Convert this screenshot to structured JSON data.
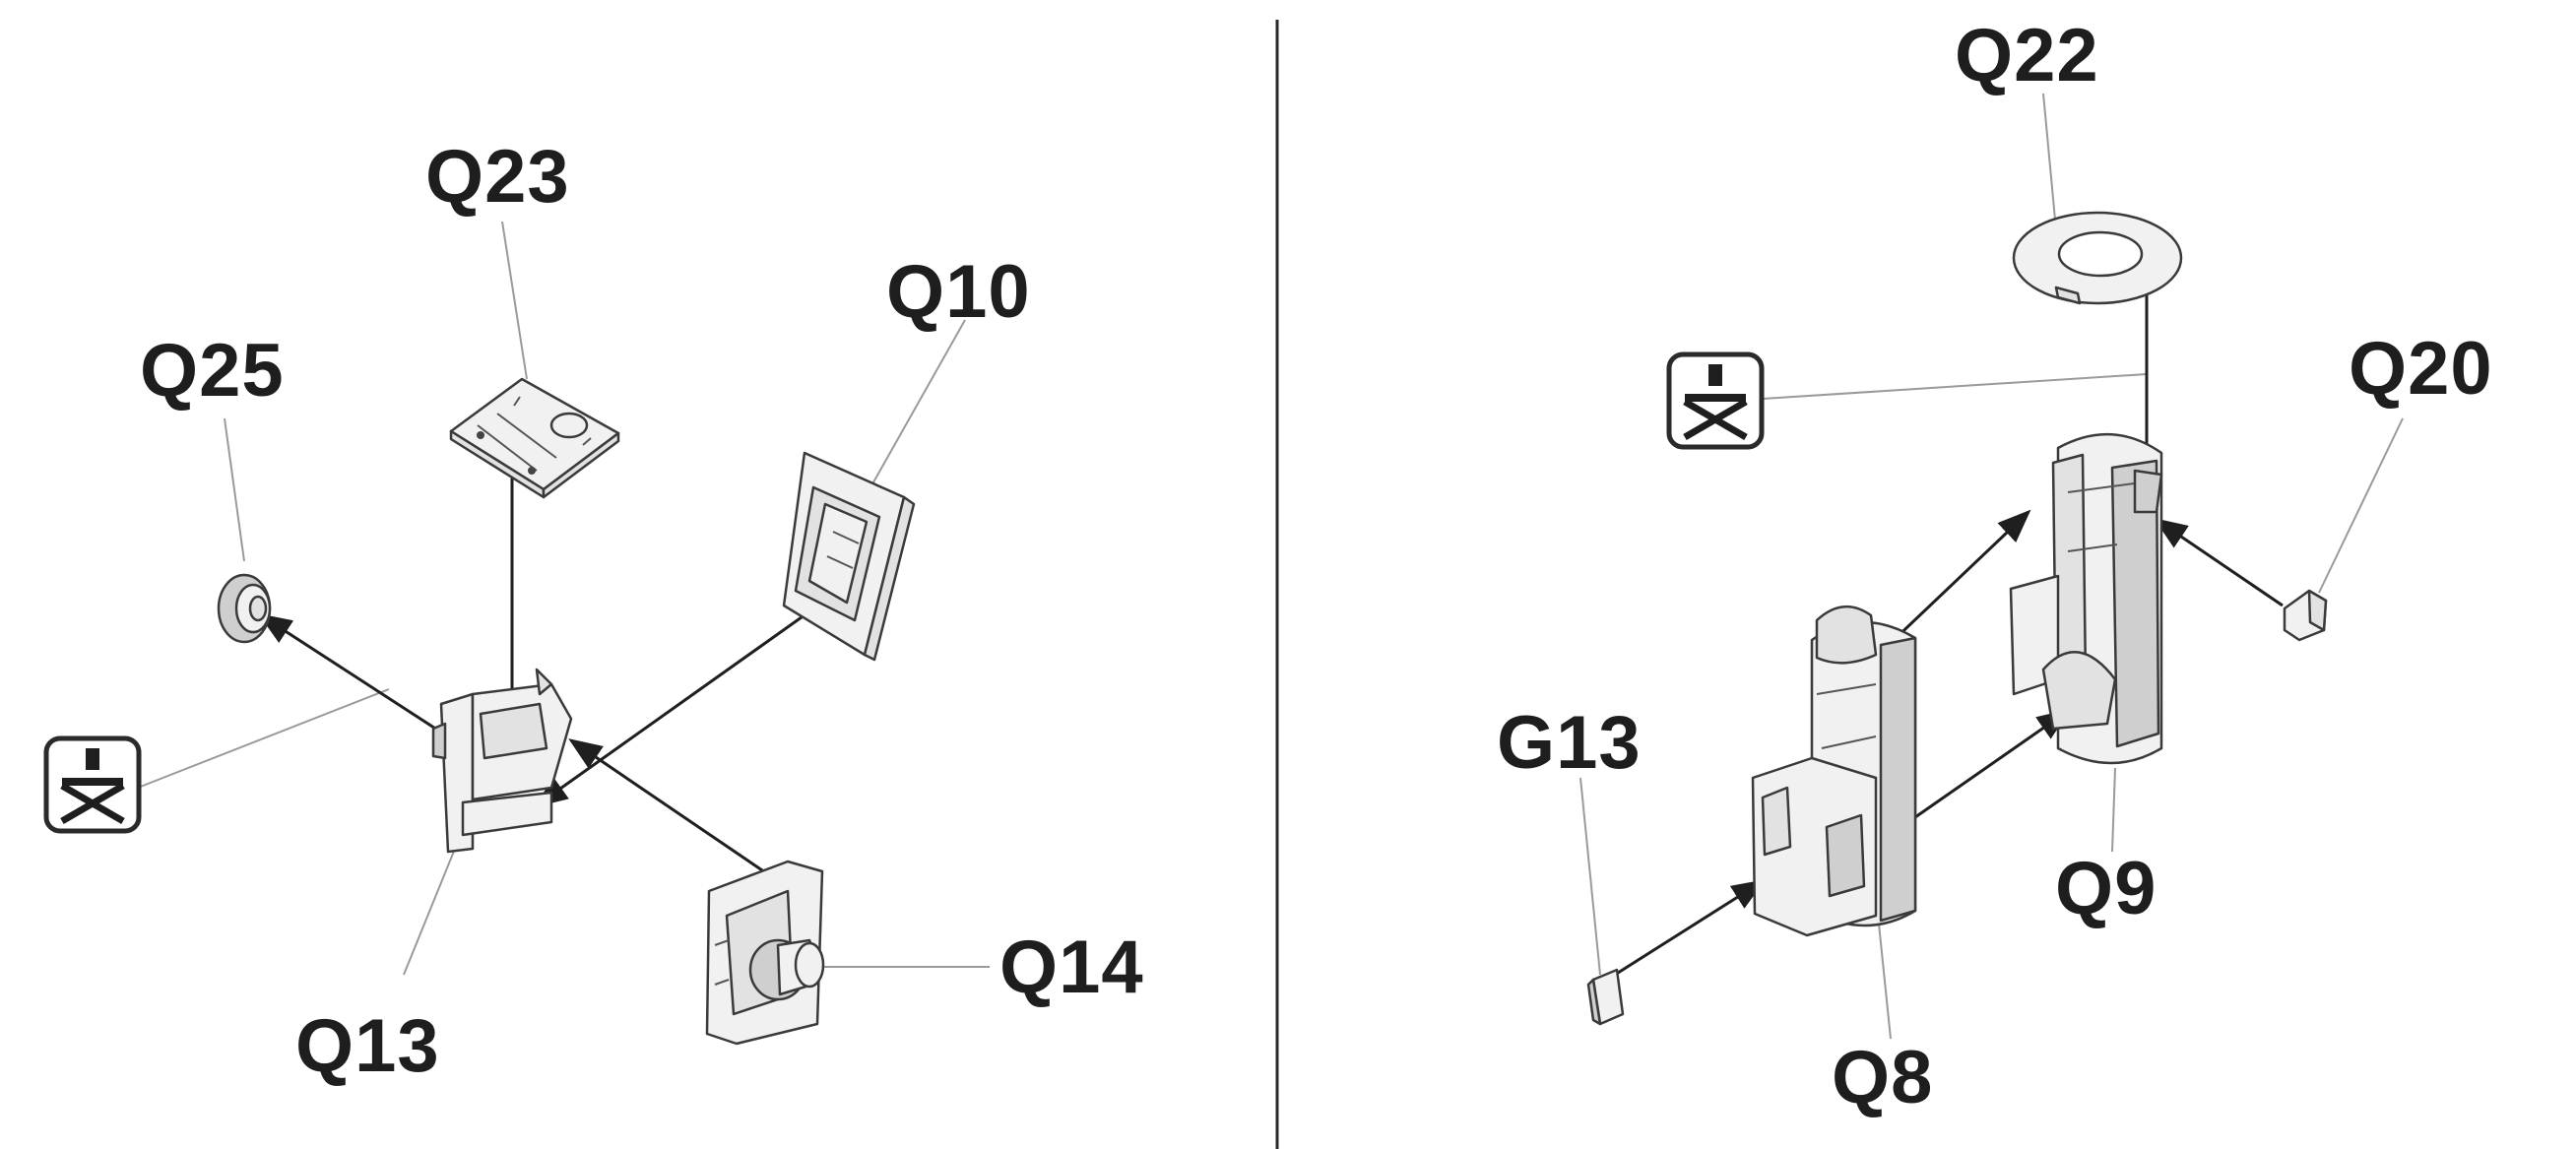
{
  "left_panel": {
    "labels": {
      "q23": "Q23",
      "q25": "Q25",
      "q10": "Q10",
      "q13": "Q13",
      "q14": "Q14"
    }
  },
  "right_panel": {
    "labels": {
      "q22": "Q22",
      "q20": "Q20",
      "g13": "G13",
      "q9": "Q9",
      "q8": "Q8"
    }
  },
  "icons": {
    "no_glue": "no-glue-icon"
  },
  "colors": {
    "line": "#1f1f1f",
    "leader": "#9a9a9a",
    "part_fill": "#f1f1f1"
  }
}
